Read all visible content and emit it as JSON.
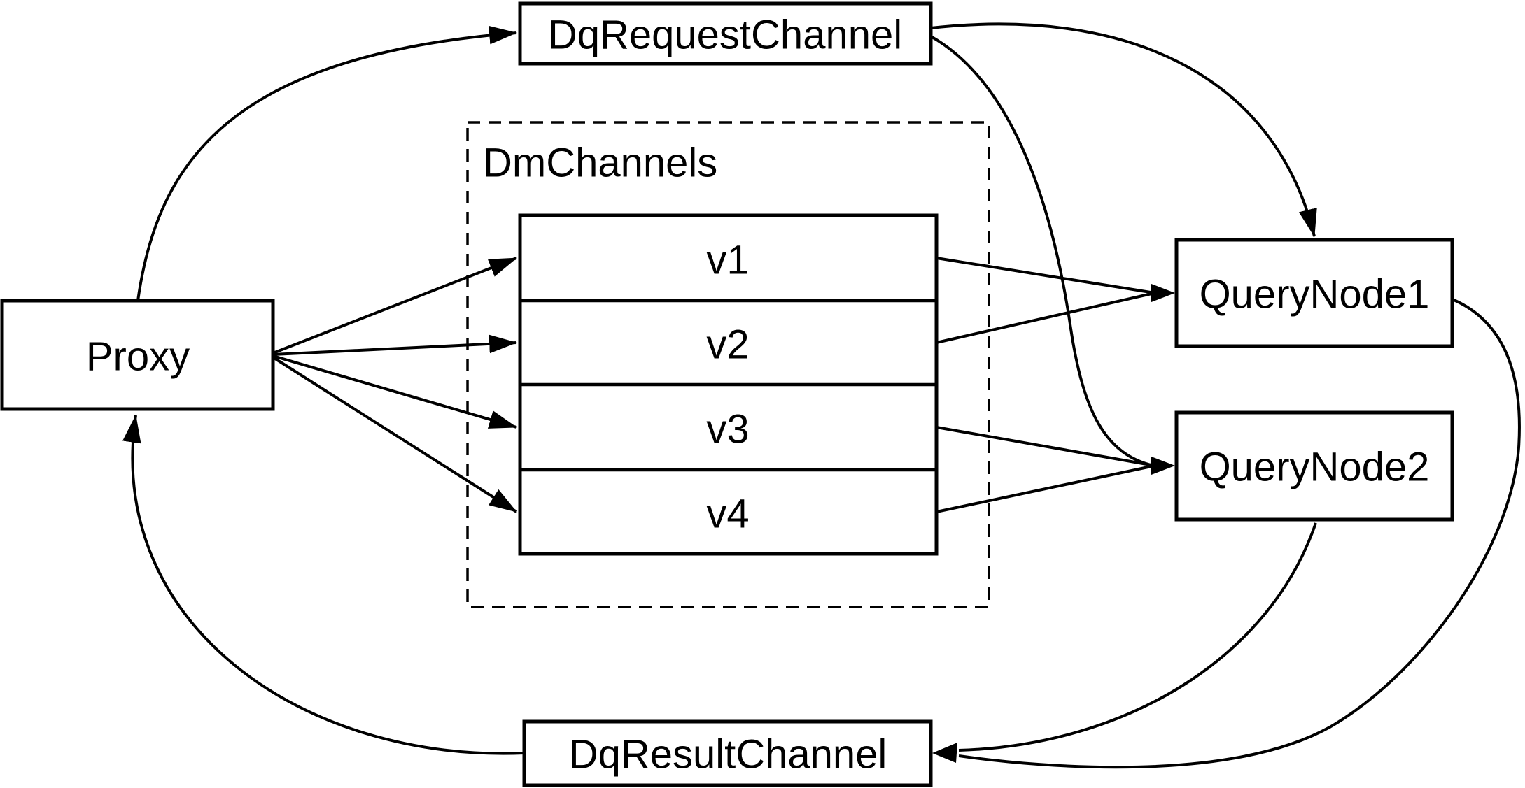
{
  "diagram": {
    "background_color": "#ffffff",
    "line_color": "#000000",
    "nodes": {
      "proxy": {
        "label": "Proxy"
      },
      "dq_request_channel": {
        "label": "DqRequestChannel"
      },
      "dm_channels_group": {
        "label": "DmChannels"
      },
      "channels": [
        "v1",
        "v2",
        "v3",
        "v4"
      ],
      "query_node_1": {
        "label": "QueryNode1"
      },
      "query_node_2": {
        "label": "QueryNode2"
      },
      "dq_result_channel": {
        "label": "DqResultChannel"
      }
    },
    "edges": [
      {
        "from": "Proxy",
        "to": "DqRequestChannel"
      },
      {
        "from": "DqRequestChannel",
        "to": "QueryNode1"
      },
      {
        "from": "DqRequestChannel",
        "to": "QueryNode2"
      },
      {
        "from": "Proxy",
        "to": "v1"
      },
      {
        "from": "Proxy",
        "to": "v2"
      },
      {
        "from": "Proxy",
        "to": "v3"
      },
      {
        "from": "Proxy",
        "to": "v4"
      },
      {
        "from": "v1",
        "to": "QueryNode1"
      },
      {
        "from": "v2",
        "to": "QueryNode1"
      },
      {
        "from": "v3",
        "to": "QueryNode2"
      },
      {
        "from": "v4",
        "to": "QueryNode2"
      },
      {
        "from": "QueryNode1",
        "to": "DqResultChannel"
      },
      {
        "from": "QueryNode2",
        "to": "DqResultChannel"
      },
      {
        "from": "DqResultChannel",
        "to": "Proxy"
      }
    ]
  }
}
